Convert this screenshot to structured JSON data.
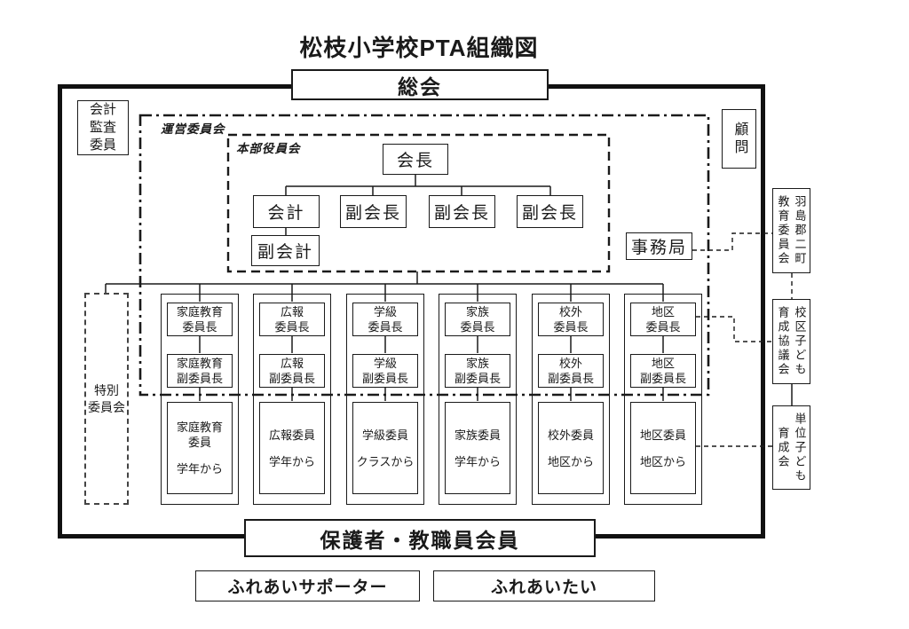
{
  "title": "松枝小学校PTA組織図",
  "general_assembly": "総会",
  "audit_committee": "会計\n監査\n委員",
  "advisor": "顧問",
  "steering_committee_label": "運営委員会",
  "hq_officers_label": "本部役員会",
  "officers": {
    "president": "会長",
    "treasurer": "会計",
    "vice_president_1": "副会長",
    "vice_president_2": "副会長",
    "vice_president_3": "副会長",
    "deputy_treasurer": "副会計",
    "secretariat": "事務局"
  },
  "special_committee": "特別\n委員会",
  "committees": [
    {
      "chair": "家庭教育\n委員長",
      "vice": "家庭教育\n副委員長",
      "member": "家庭教育\n委員",
      "source": "学年から"
    },
    {
      "chair": "広報\n委員長",
      "vice": "広報\n副委員長",
      "member": "広報委員",
      "source": "学年から"
    },
    {
      "chair": "学級\n委員長",
      "vice": "学級\n副委員長",
      "member": "学級委員",
      "source": "クラスから"
    },
    {
      "chair": "家族\n委員長",
      "vice": "家族\n副委員長",
      "member": "家族委員",
      "source": "学年から"
    },
    {
      "chair": "校外\n委員長",
      "vice": "校外\n副委員長",
      "member": "校外委員",
      "source": "地区から"
    },
    {
      "chair": "地区\n委員長",
      "vice": "地区\n副委員長",
      "member": "地区委員",
      "source": "地区から"
    }
  ],
  "external_orgs": [
    {
      "line1": "羽島郡二町",
      "line2": "教育委員会"
    },
    {
      "line1": "校区子ども",
      "line2": "育成協議会"
    },
    {
      "line1": "単位子ども",
      "line2": "育成会"
    }
  ],
  "members_bar": "保護者・教職員会員",
  "support_groups": [
    "ふれあいサポーター",
    "ふれあいたい"
  ]
}
